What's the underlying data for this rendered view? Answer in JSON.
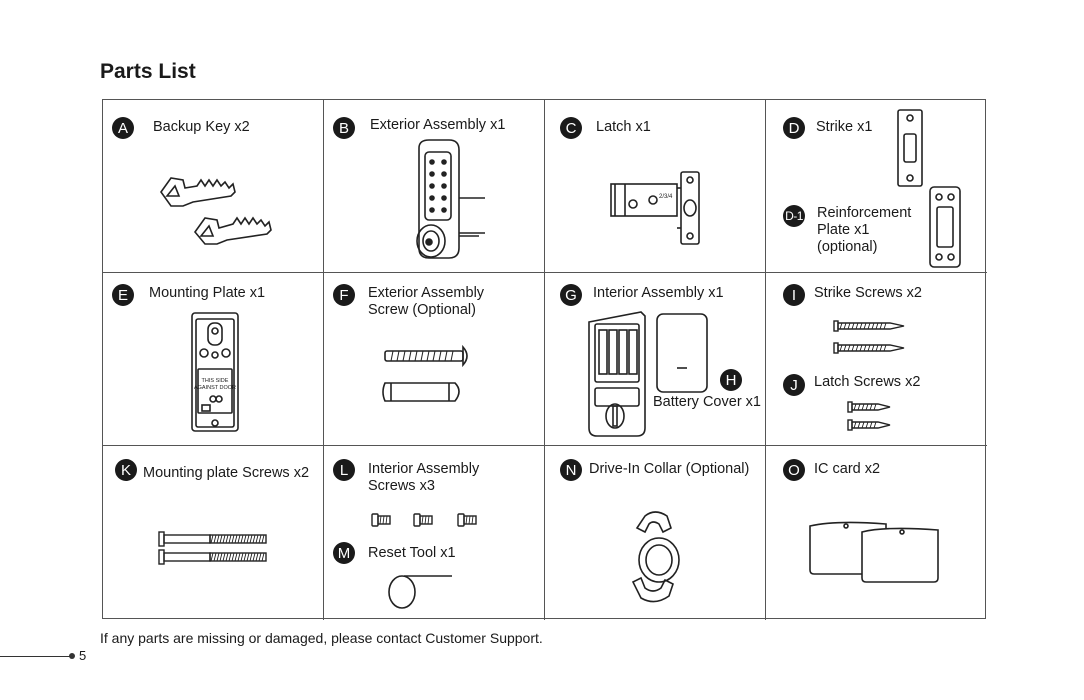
{
  "title": "Parts List",
  "parts": {
    "a": {
      "badge": "A",
      "label": "Backup Key x2"
    },
    "b": {
      "badge": "B",
      "label": "Exterior Assembly x1"
    },
    "c": {
      "badge": "C",
      "label": "Latch x1"
    },
    "d": {
      "badge": "D",
      "label": "Strike x1"
    },
    "d1": {
      "badge": "D-1",
      "label": "Reinforcement\nPlate x1\n(optional)"
    },
    "e": {
      "badge": "E",
      "label": "Mounting Plate x1"
    },
    "f": {
      "badge": "F",
      "label": "Exterior Assembly\nScrew (Optional)"
    },
    "g": {
      "badge": "G",
      "label": "Interior Assembly x1"
    },
    "h": {
      "badge": "H",
      "label": "Battery Cover x1"
    },
    "i": {
      "badge": "I",
      "label": "Strike Screws x2"
    },
    "j": {
      "badge": "J",
      "label": "Latch Screws x2"
    },
    "k": {
      "badge": "K",
      "label": "Mounting plate Screws x2"
    },
    "l": {
      "badge": "L",
      "label": "Interior Assembly\nScrews x3"
    },
    "m": {
      "badge": "M",
      "label": "Reset Tool x1"
    },
    "n": {
      "badge": "N",
      "label": "Drive-In Collar (Optional)"
    },
    "o": {
      "badge": "O",
      "label": "IC card x2"
    }
  },
  "mounting_plate_text": "THIS SIDE\nAGAINST DOOR",
  "footer_note": "If any parts are missing or damaged, please contact Customer Support.",
  "page_number": "5"
}
